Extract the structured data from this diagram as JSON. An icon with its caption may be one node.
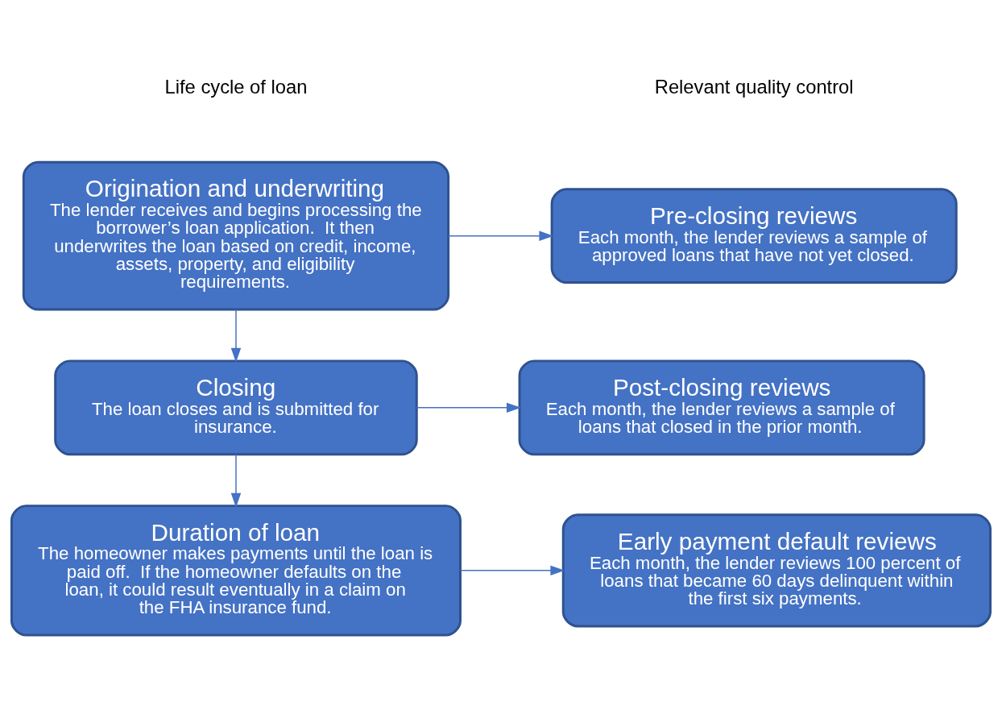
{
  "diagram": {
    "nodes": [
      {
        "text": [
          "Origination and underwriting",
          "The lender receives and begins processing the borrower’s loan application.  It then underwrites the loan based on credit, income, assets, property, and eligibility requirements."
        ]
      },
      {
        "text": [
          "Pre-closing reviews",
          "Each month, the lender reviews a sample of approved loans that have not yet closed."
        ]
      },
      {
        "text": [
          "Closing",
          "The loan closes and is submitted for insurance."
        ]
      },
      {
        "text": [
          "Post-closing reviews",
          "Each month, the lender reviews a sample of loans that closed in the prior month."
        ]
      },
      {
        "text": [
          "Duration of loan",
          "The homeowner makes payments until the loan is paid off.  If the homeowner defaults on the loan, it could result eventually in a claim on the FHA insurance fund."
        ]
      },
      {
        "text": [
          "Early payment default reviews",
          "Each month, the lender reviews 100 percent of loans that became 60 days delinquent within the first six payments."
        ]
      }
    ],
    "edges": [
      {
        "from": 0,
        "to": 1,
        "arrow": "to"
      },
      {
        "from": 0,
        "to": 2,
        "arrow": "to"
      },
      {
        "from": 2,
        "to": 3,
        "arrow": "to"
      },
      {
        "from": 2,
        "to": 4,
        "arrow": "to"
      },
      {
        "from": 4,
        "to": 5,
        "arrow": "to"
      }
    ],
    "labels": [
      "Life cycle of loan",
      "Relevant quality control"
    ]
  }
}
